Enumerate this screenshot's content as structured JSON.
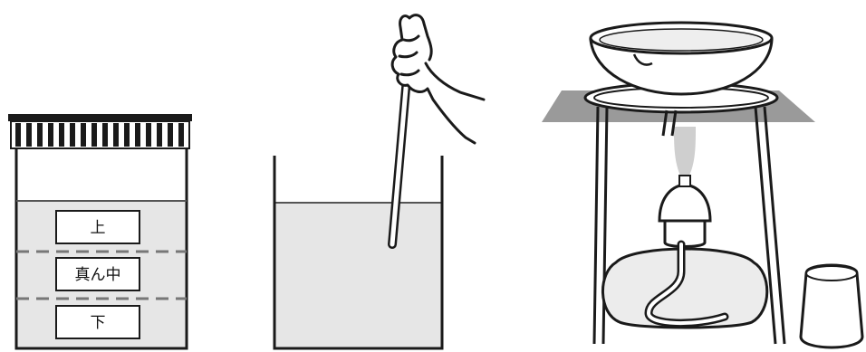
{
  "jar": {
    "labels": [
      "上",
      "真ん中",
      "下"
    ]
  },
  "colors": {
    "line": "#1a1a1a",
    "liquid": "#e6e6e6",
    "wire_gauze": "#9a9a9a",
    "flame": "#cfcfcf",
    "background": "#ffffff"
  }
}
